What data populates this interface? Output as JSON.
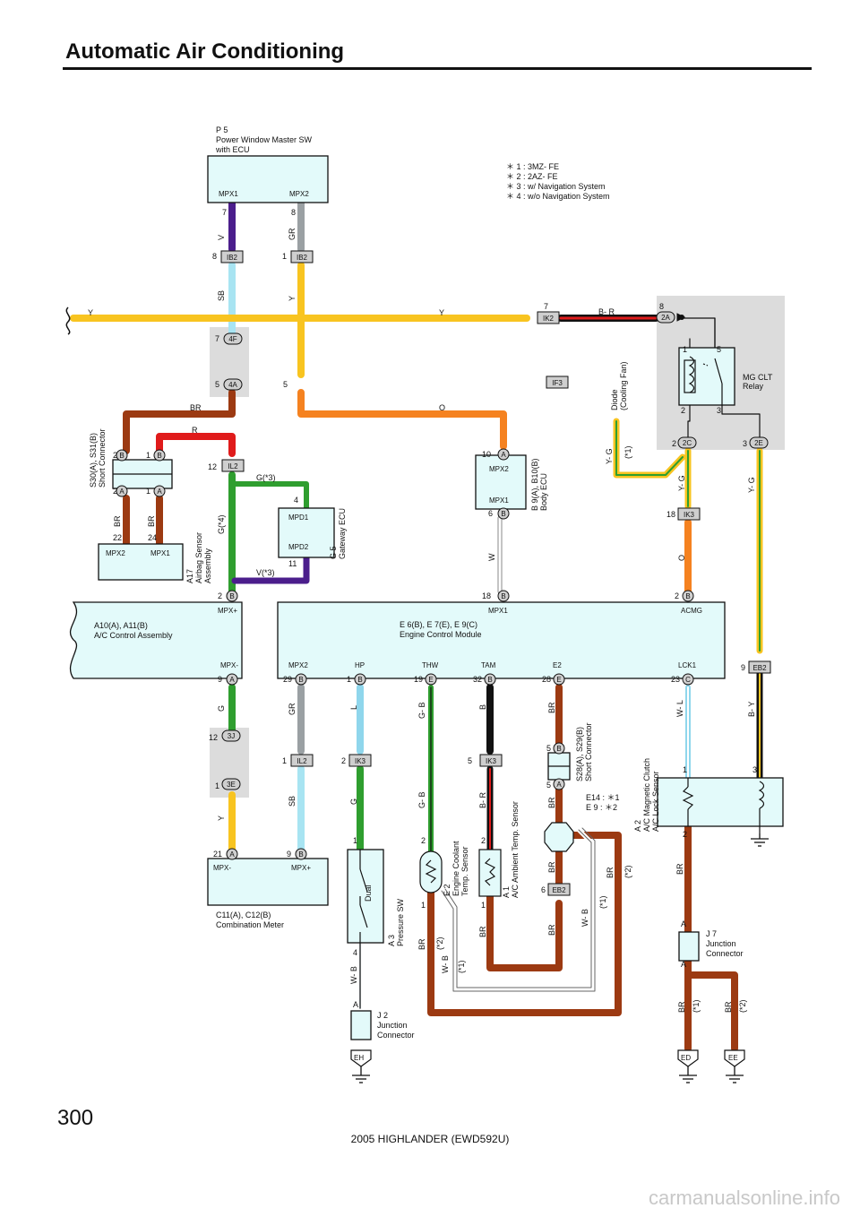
{
  "header": {
    "title": "Automatic Air Conditioning",
    "page_number": "300"
  },
  "footer": {
    "model": "2005 HIGHLANDER (EWD592U)",
    "watermark": "carmanualsonline.info"
  },
  "notes": [
    "＊ 1 : 3MZ- FE",
    "＊ 2 : 2AZ- FE",
    "＊ 3 : w/ Navigation System",
    "＊ 4 : w/o Navigation System"
  ],
  "components": {
    "p5": [
      "P 5",
      "Power Window Master SW",
      "with ECU"
    ],
    "p5_pins": [
      "MPX1",
      "MPX2"
    ],
    "s30": [
      "S30(A), S31(B)",
      "Short Connector"
    ],
    "a17": [
      "A17",
      "Airbag Sensor",
      "Assembly"
    ],
    "a17_pins": [
      "MPX2",
      "MPX1"
    ],
    "g5": [
      "G 5",
      "Gateway ECU"
    ],
    "g5_pins": [
      "MPD1",
      "MPD2"
    ],
    "b9": [
      "B 9(A), B10(B)",
      "Body ECU"
    ],
    "b9_pins": [
      "MPX2",
      "MPX1"
    ],
    "diode": [
      "Diode",
      "(Cooling Fan)"
    ],
    "relay": [
      "MG CLT",
      "Relay"
    ],
    "a10": [
      "A10(A), A11(B)",
      "A/C Control Assembly"
    ],
    "a10_pins": [
      "MPX+",
      "MPX-"
    ],
    "e6": [
      "E 6(B), E 7(E), E 9(C)",
      "Engine Control Module"
    ],
    "e6_pins_top": [
      "MPX1",
      "ACMG"
    ],
    "e6_pins_bottom": [
      "MPX2",
      "HP",
      "THW",
      "TAM",
      "E2",
      "LCK1"
    ],
    "c11": [
      "C11(A), C12(B)",
      "Combination Meter"
    ],
    "c11_pins": [
      "MPX-",
      "MPX+"
    ],
    "a3": [
      "A 3",
      "Pressure SW"
    ],
    "a3_dual": "Dual",
    "e2": [
      "E 2",
      "Engine Coolant",
      "Temp.  Sensor"
    ],
    "a1": [
      "A 1",
      "A/C Ambient Temp.  Sensor"
    ],
    "s28": [
      "S28(A), S29(B)",
      "Short Connector"
    ],
    "e14": [
      "E14 : ＊1",
      "E 9 : ＊2"
    ],
    "a2": [
      "A 2",
      "A/C Magnetic Clutch",
      "A/C Lock Sensor"
    ],
    "j7": [
      "J 7",
      "Junction",
      "Connector"
    ],
    "j2": [
      "J 2",
      "Junction",
      "Connector"
    ],
    "grounds": [
      "EH",
      "ED",
      "EE"
    ]
  },
  "connectors": [
    "IB2",
    "IB2",
    "IK2",
    "2A",
    "4F",
    "4A",
    "IF3",
    "IL2",
    "2C",
    "2E",
    "IK3",
    "EB2",
    "3J",
    "3E",
    "IL2",
    "IK3",
    "IK3",
    "EB2"
  ],
  "wire_colors": {
    "Y": "#f8c420",
    "V": "#4b1e8c",
    "GR": "#9aa0a3",
    "SB": "#a8e4f2",
    "BR": "#9c3a12",
    "R": "#e01b1b",
    "O": "#f58220",
    "G": "#2f9e2f",
    "YG": "#b8cc3a",
    "W": "#ffffff",
    "L": "#8fd6ec",
    "B": "#111111",
    "GB": "#2f9e2f"
  },
  "panel_fill": "#e3fafa",
  "shade_fill": "#dcdcdc"
}
